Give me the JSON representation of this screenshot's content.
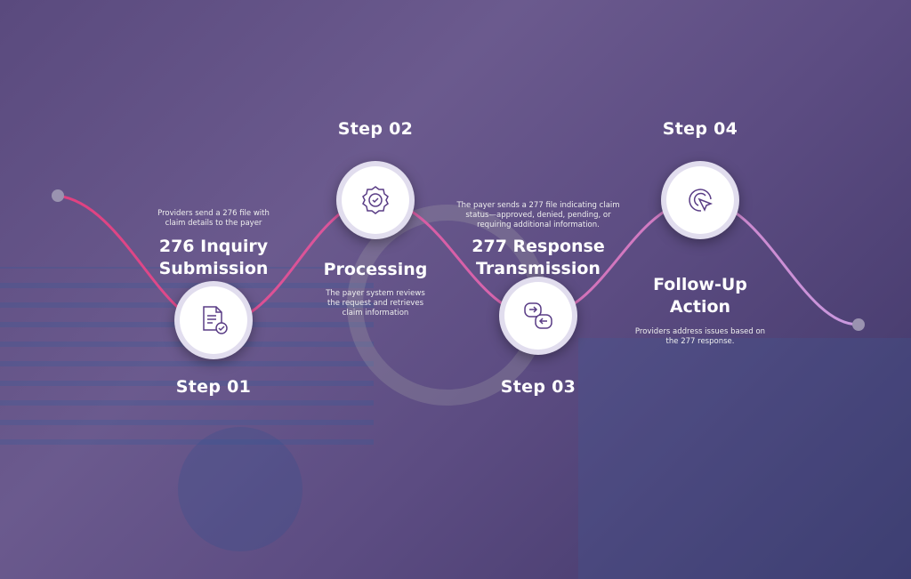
{
  "colors": {
    "curve_start": "#e0407f",
    "curve_end": "#c99ae0",
    "icon": "#5a3d86"
  },
  "steps": [
    {
      "step": "Step 01",
      "title": [
        "276 Inquiry",
        "Submission"
      ],
      "desc": [
        "Providers send a 276 file with",
        "claim details to the payer"
      ],
      "icon": "document-check-icon"
    },
    {
      "step": "Step 02",
      "title": [
        "Processing"
      ],
      "desc": [
        "The payer system reviews",
        "the request and retrieves",
        "claim information"
      ],
      "icon": "badge-check-icon"
    },
    {
      "step": "Step 03",
      "title": [
        "277 Response",
        "Transmission"
      ],
      "desc": [
        "The payer sends a 277 file indicating claim",
        "status—approved, denied, pending, or",
        "requiring additional information."
      ],
      "icon": "exchange-arrows-icon"
    },
    {
      "step": "Step 04",
      "title": [
        "Follow-Up",
        "Action"
      ],
      "desc": [
        "Providers address issues based on",
        "the 277 response."
      ],
      "icon": "cursor-click-icon"
    }
  ]
}
